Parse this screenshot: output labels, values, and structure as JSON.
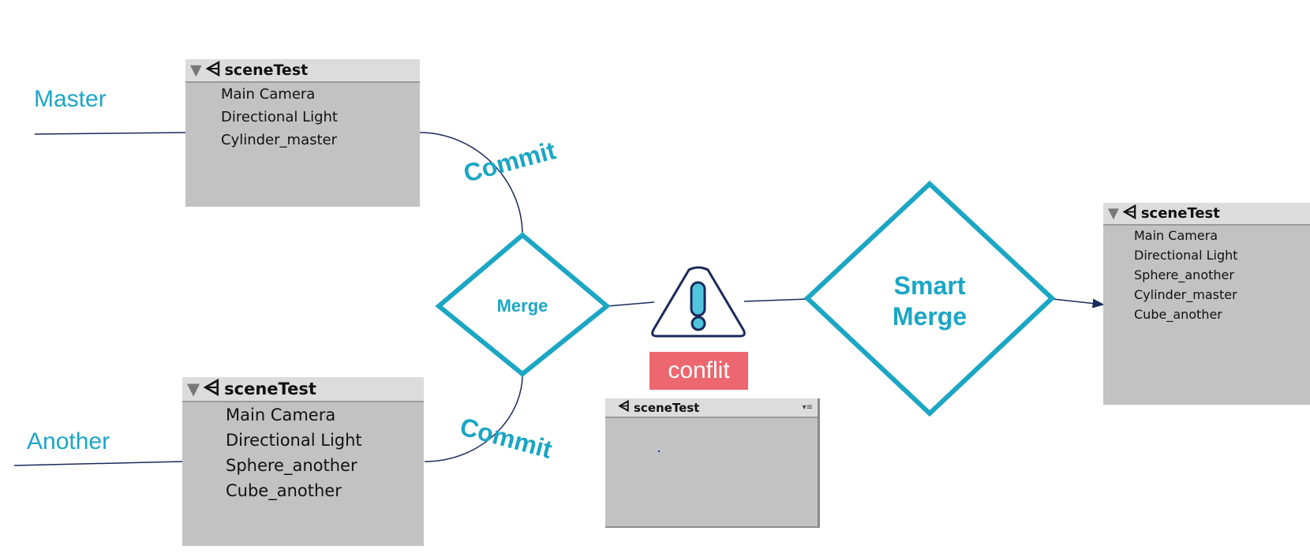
{
  "branches": {
    "master": "Master",
    "another": "Another"
  },
  "panels": {
    "master": {
      "title": "sceneTest",
      "items": [
        "Main Camera",
        "Directional Light",
        "Cylinder_master"
      ]
    },
    "another": {
      "title": "sceneTest",
      "items": [
        "Main Camera",
        "Directional Light",
        "Sphere_another",
        "Cube_another"
      ]
    },
    "conflict": {
      "title": "sceneTest",
      "items": []
    },
    "result": {
      "title": "sceneTest",
      "items": [
        "Main Camera",
        "Directional Light",
        "Sphere_another",
        "Cylinder_master",
        "Cube_another"
      ]
    }
  },
  "edges": {
    "commit_top": "Commit",
    "commit_bottom": "Commit"
  },
  "nodes": {
    "merge": "Merge",
    "smart_merge_line1": "Smart",
    "smart_merge_line2": "Merge"
  },
  "conflict_label": "conflit",
  "colors": {
    "accent": "#1ba6c4",
    "line": "#1a2a5a",
    "panel": "#c2c2c2",
    "conflict": "#ec6770"
  },
  "icons": [
    "unity-icon",
    "warning-icon",
    "menu-icon",
    "triangle-down-icon"
  ]
}
